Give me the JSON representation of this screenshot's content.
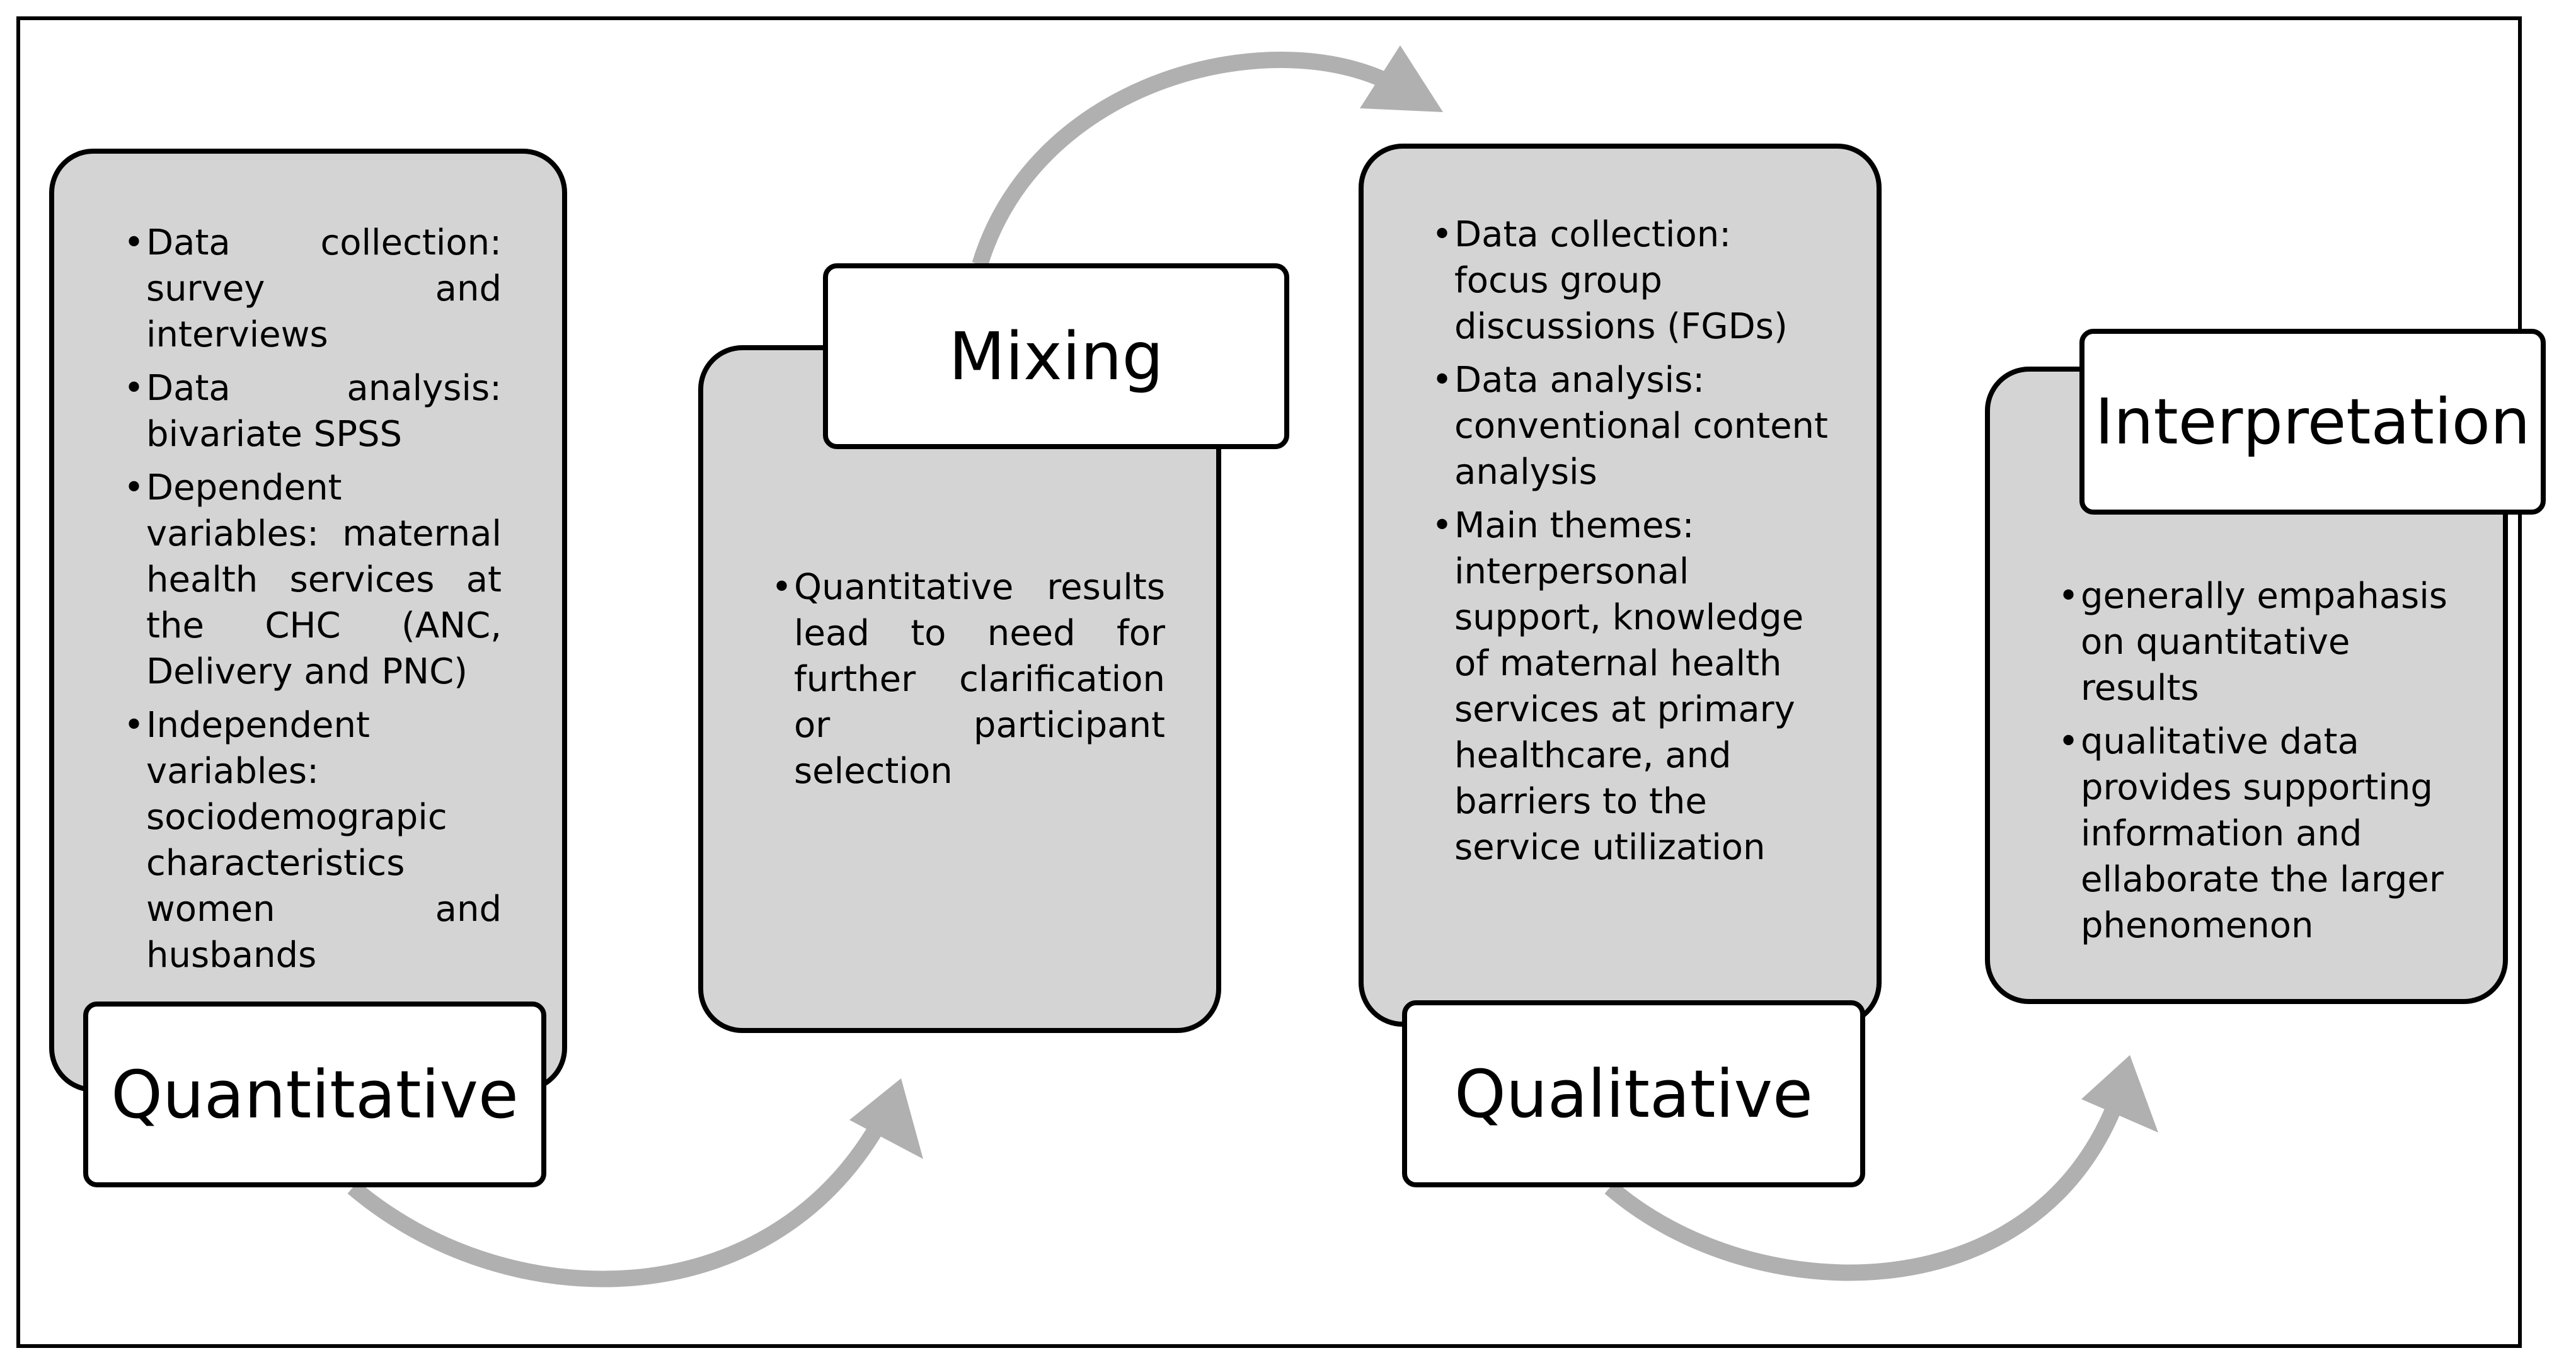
{
  "quantitative": {
    "label": "Quantitative",
    "bullets": [
      "Data collection: survey and interviews",
      "Data analysis: bivariate SPSS",
      "Dependent variables: maternal health services at the CHC (ANC, Delivery and PNC)",
      "Independent variables: sociodemograpic characteristics women and husbands"
    ]
  },
  "mixing": {
    "label": "Mixing",
    "bullets": [
      "Quantitative results lead to need for further clarification or participant selection"
    ]
  },
  "qualitative": {
    "label": "Qualitative",
    "bullets": [
      "Data collection: focus group discussions (FGDs)",
      "Data analysis: conventional content analysis",
      "Main themes: interpersonal support, knowledge of maternal health services at primary healthcare, and barriers to the service utilization"
    ]
  },
  "interpretation": {
    "label": "Interpretation",
    "bullets": [
      "generally empahasis on quantitative results",
      "qualitative data provides supporting information and ellaborate the larger phenomenon"
    ]
  },
  "colors": {
    "box_fill": "#d4d4d4",
    "arrow": "#b0b0b0",
    "border": "#000000"
  }
}
